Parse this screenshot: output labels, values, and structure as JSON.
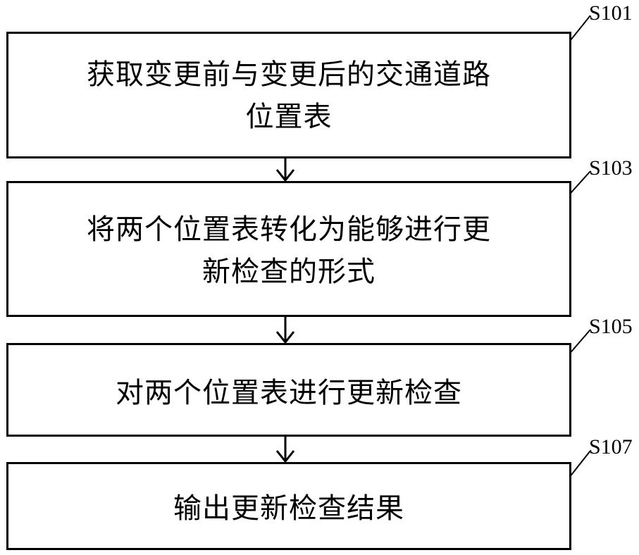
{
  "steps": [
    {
      "id": "S101",
      "text_line1": "获取变更前与变更后的交通道路",
      "text_line2": "位置表"
    },
    {
      "id": "S103",
      "text_line1": "将两个位置表转化为能够进行更",
      "text_line2": "新检查的形式"
    },
    {
      "id": "S105",
      "text_line1": "对两个位置表进行更新检查"
    },
    {
      "id": "S107",
      "text_line1": "输出更新检查结果"
    }
  ]
}
